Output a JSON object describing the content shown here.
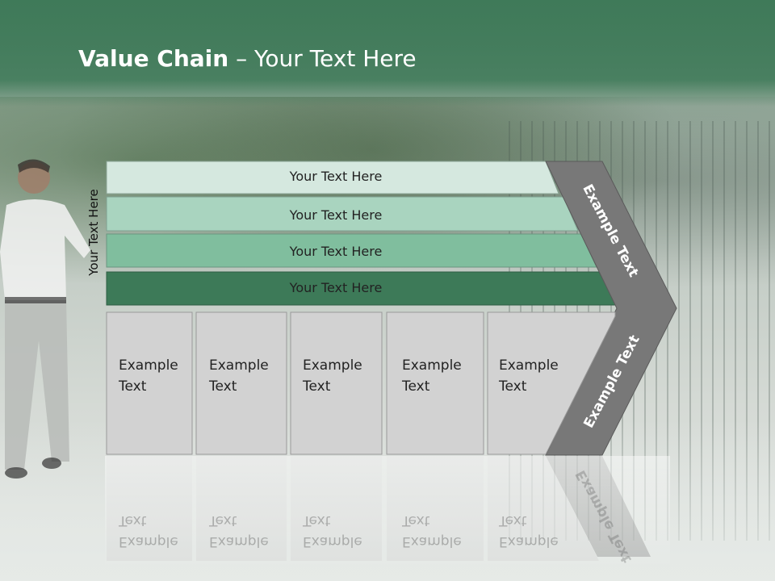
{
  "title": {
    "bold": "Value Chain",
    "rest": " – Your Text Here"
  },
  "side_label": "Your Text Here",
  "bars": [
    {
      "label": "Your Text Here",
      "color": "#d5e8df"
    },
    {
      "label": "Your Text Here",
      "color": "#a9d4bf"
    },
    {
      "label": "Your Text Here",
      "color": "#80be9e"
    },
    {
      "label": "Your Text Here",
      "color": "#3d7a58"
    }
  ],
  "columns": [
    {
      "label": "Example\nText"
    },
    {
      "label": "Example\nText"
    },
    {
      "label": "Example\nText"
    },
    {
      "label": "Example\nText"
    },
    {
      "label": "Example\nText"
    }
  ],
  "arrow": {
    "top_label": "Example Text",
    "bottom_label": "Example Text",
    "color": "#787878"
  },
  "colors": {
    "header": "#3f7a59",
    "column_fill": "#d2d2d2"
  }
}
